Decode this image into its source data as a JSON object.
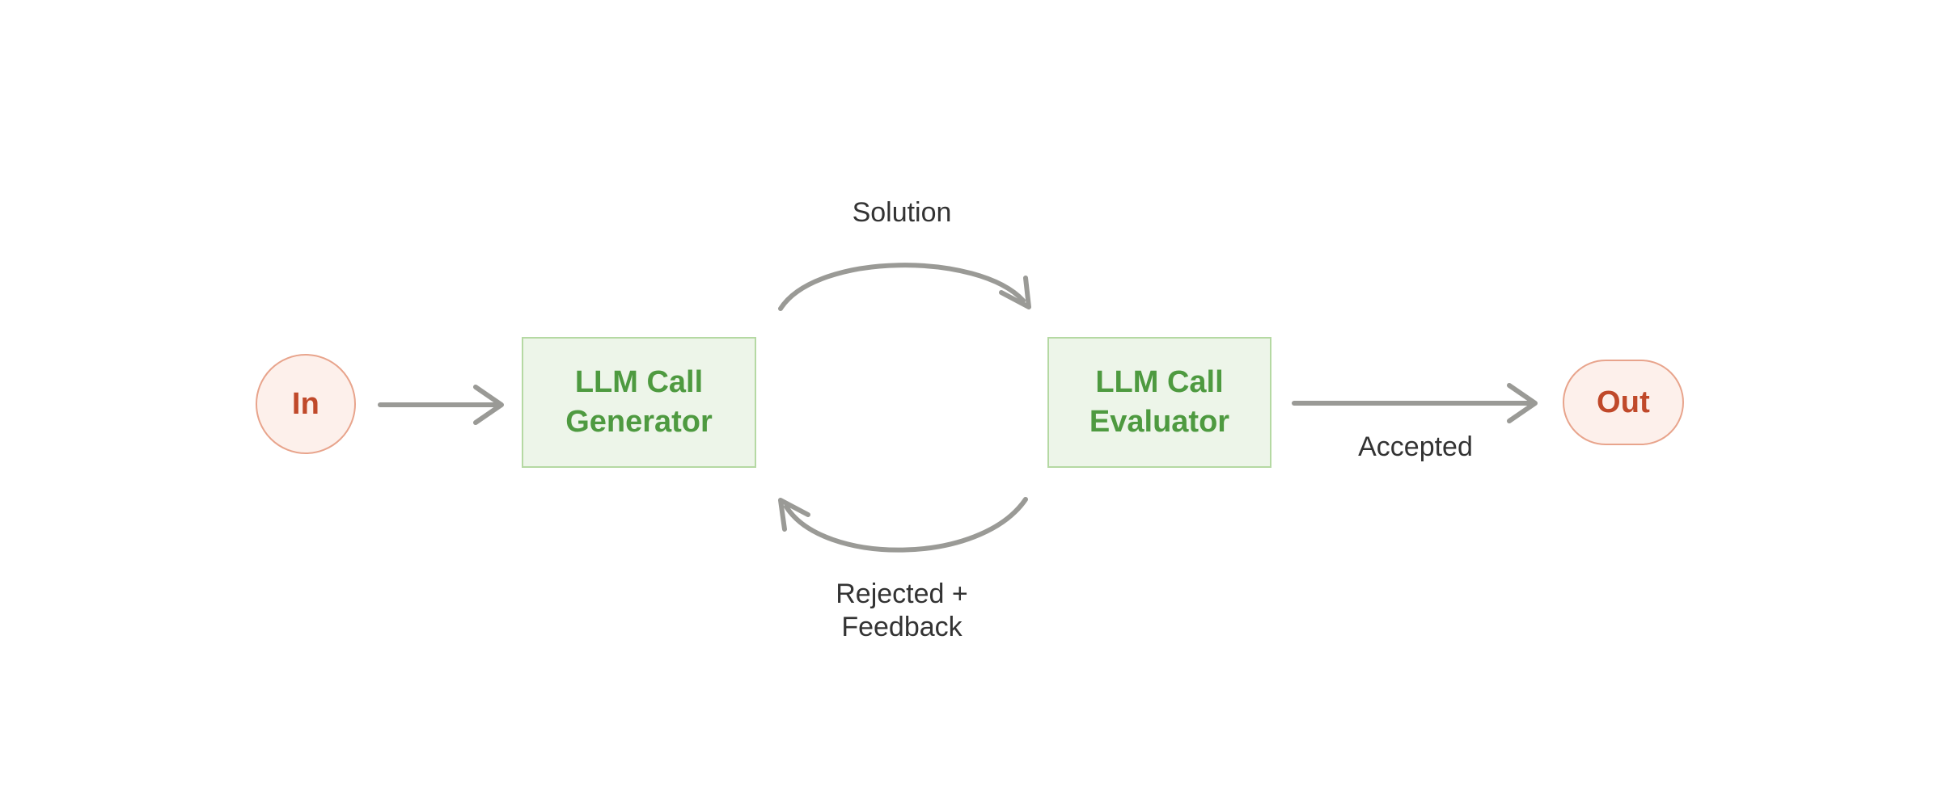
{
  "diagram": {
    "background_color": "#ffffff",
    "nodes": [
      {
        "id": "in",
        "label": "In",
        "shape": "circle",
        "fill": "#fdf0eb",
        "border": "#e8a48c",
        "text_color": "#c0492a"
      },
      {
        "id": "generator",
        "label_line1": "LLM Call",
        "label_line2": "Generator",
        "shape": "rectangle",
        "fill": "#edf5e9",
        "border": "#b5d9a3",
        "text_color": "#4e9a40"
      },
      {
        "id": "evaluator",
        "label_line1": "LLM Call",
        "label_line2": "Evaluator",
        "shape": "rectangle",
        "fill": "#edf5e9",
        "border": "#b5d9a3",
        "text_color": "#4e9a40"
      },
      {
        "id": "out",
        "label": "Out",
        "shape": "stadium",
        "fill": "#fdf0eb",
        "border": "#e8a48c",
        "text_color": "#c0492a"
      }
    ],
    "edges": [
      {
        "id": "in-to-generator",
        "label": "",
        "from": "in",
        "to": "generator",
        "style": "straight-arrow",
        "color": "#9a9a96"
      },
      {
        "id": "generator-to-evaluator",
        "label": "Solution",
        "from": "generator",
        "to": "evaluator",
        "style": "curved-arrow-up",
        "color": "#9a9a96"
      },
      {
        "id": "evaluator-to-generator",
        "label": "Rejected +\nFeedback",
        "from": "evaluator",
        "to": "generator",
        "style": "curved-arrow-down",
        "color": "#9a9a96"
      },
      {
        "id": "evaluator-to-out",
        "label": "Accepted",
        "from": "evaluator",
        "to": "out",
        "style": "straight-arrow",
        "color": "#9a9a96"
      }
    ]
  }
}
